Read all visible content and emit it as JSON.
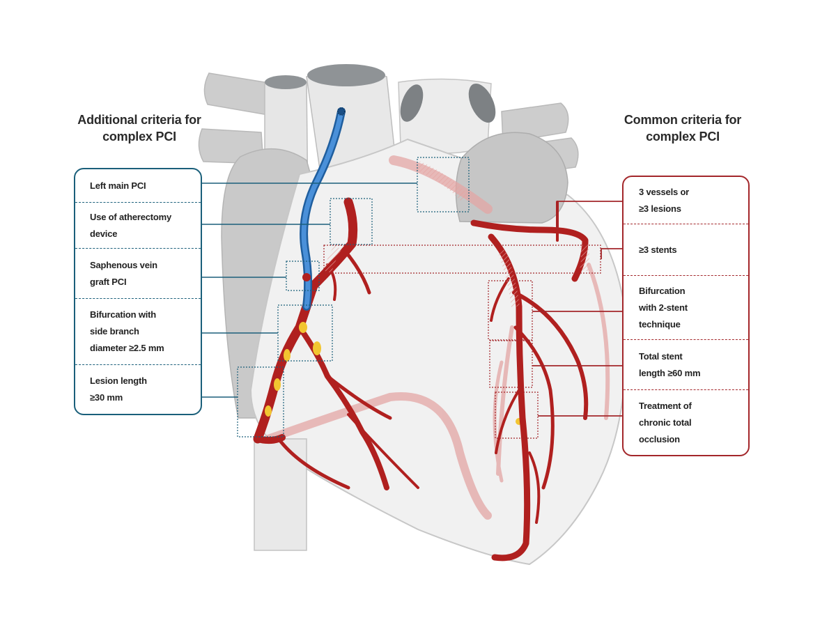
{
  "left_heading": {
    "line1": "Additional criteria for",
    "line2": "complex PCI"
  },
  "right_heading": {
    "line1": "Common criteria for",
    "line2": "complex PCI"
  },
  "left_criteria": [
    {
      "lines": [
        "Left main PCI"
      ]
    },
    {
      "lines": [
        "Use of atherectomy",
        "device"
      ]
    },
    {
      "lines": [
        "Saphenous vein",
        "graft PCI"
      ]
    },
    {
      "lines": [
        "Bifurcation with",
        "side branch",
        "diameter ≥2.5 mm"
      ]
    },
    {
      "lines": [
        "Lesion length",
        "≥30 mm"
      ]
    }
  ],
  "right_criteria": [
    {
      "lines": [
        "3 vessels or",
        "≥3 lesions"
      ]
    },
    {
      "lines": [
        "≥3 stents"
      ]
    },
    {
      "lines": [
        "Bifurcation",
        "with 2-stent",
        "technique"
      ]
    },
    {
      "lines": [
        "Total stent",
        "length ≥60 mm"
      ]
    },
    {
      "lines": [
        "Treatment of",
        "chronic total",
        "occlusion"
      ]
    }
  ],
  "colors": {
    "left_accent": "#1a5f7a",
    "right_accent": "#a3262a",
    "artery": "#b0201f",
    "catheter": "#3b7ec4",
    "heart_fill": "#f1f1f1",
    "vessel_gray": "#c8c8c8",
    "plaque": "#f2c531"
  }
}
